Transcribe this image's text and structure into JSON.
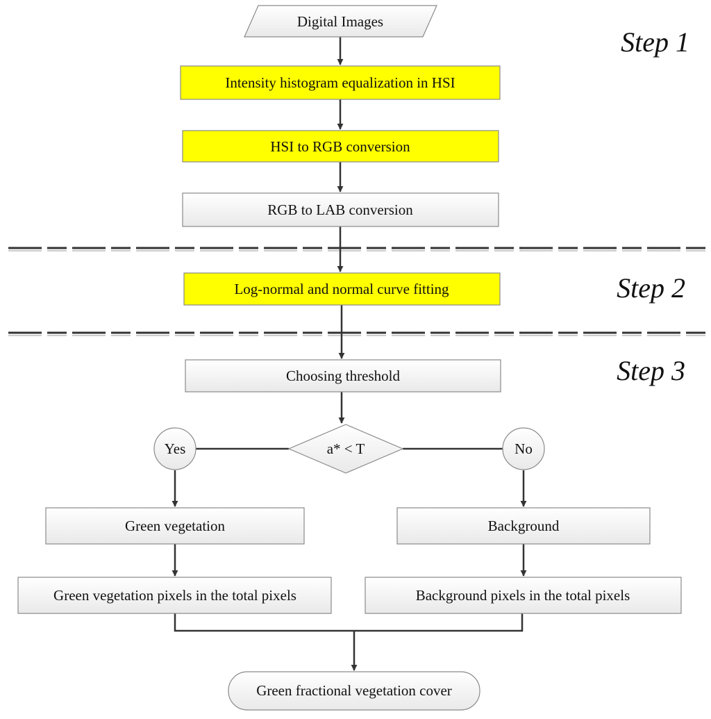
{
  "steps": {
    "step1": "Step 1",
    "step2": "Step 2",
    "step3": "Step 3"
  },
  "nodes": {
    "input": "Digital Images",
    "equalization": "Intensity histogram equalization in HSI",
    "hsi_to_rgb": "HSI to RGB conversion",
    "rgb_to_lab": "RGB to LAB conversion",
    "curve_fitting": "Log-normal and normal curve fitting",
    "threshold": "Choosing threshold",
    "decision": "a* < T",
    "yes": "Yes",
    "no": "No",
    "green_vegetation": "Green vegetation",
    "background": "Background",
    "green_pixels": "Green vegetation pixels in the total pixels",
    "background_pixels": "Background pixels in the total pixels",
    "output": "Green fractional vegetation cover"
  },
  "colors": {
    "highlight": "#ffff00",
    "box_fill": "#f3f3f3",
    "line": "#333333"
  }
}
